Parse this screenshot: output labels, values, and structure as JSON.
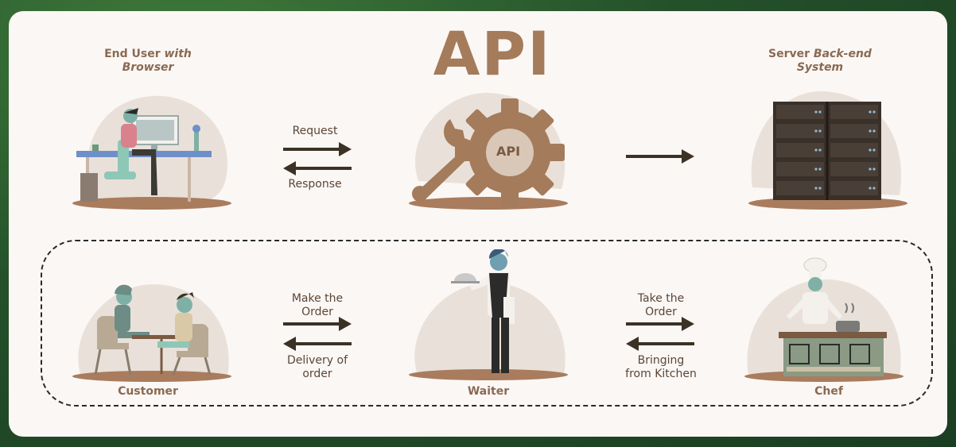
{
  "diagram": {
    "title": "API",
    "end_user": {
      "text": "End User ",
      "italic": "with",
      "line2": "Browser"
    },
    "server": {
      "text": "Server ",
      "italic": "Back-end",
      "line2": "System"
    },
    "request_label": "Request",
    "response_label": "Response",
    "gear_label": "API",
    "make_order": [
      "Make the",
      "Order"
    ],
    "delivery": [
      "Delivery of",
      "order"
    ],
    "take_order": [
      "Take the",
      "Order"
    ],
    "bringing": [
      "Bringing",
      "from Kitchen"
    ],
    "customer_label": "Customer",
    "waiter_label": "Waiter",
    "chef_label": "Chef"
  },
  "colors": {
    "brown": "#a47b5b",
    "text_brown": "#8a6a52",
    "blob": "#e9e1d9",
    "shadow": "#a97c5e",
    "arrow": "#3b3226"
  }
}
